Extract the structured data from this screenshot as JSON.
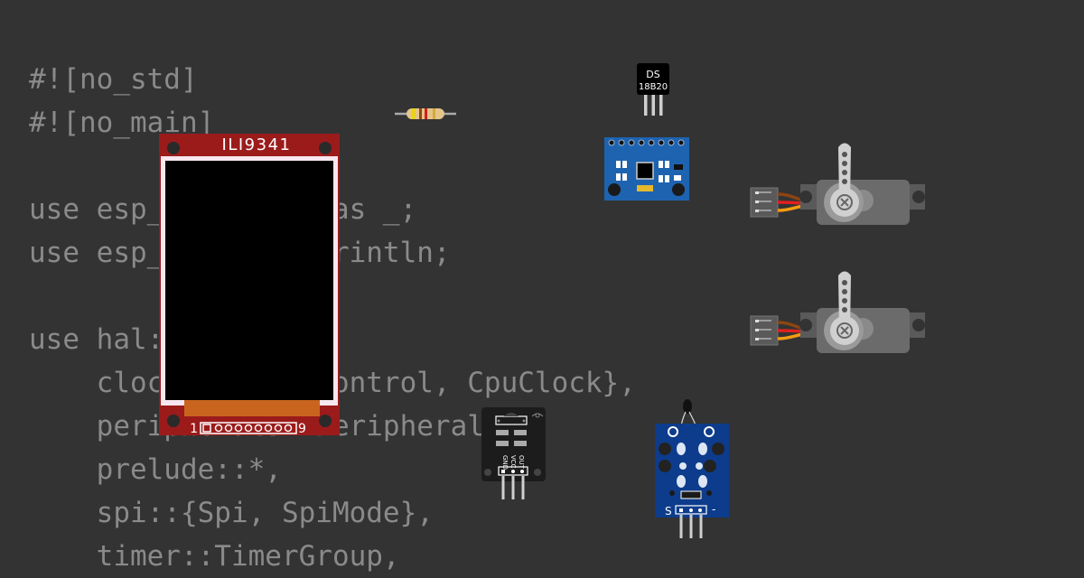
{
  "code_lines": [
    "#![no_std]",
    "#![no_main]",
    "",
    "use esp_backtrace as _;",
    "use esp_println::println;",
    "",
    "use hal::{",
    "    clock::{ClockControl, CpuClock},",
    "    peripherals::Peripherals,",
    "    prelude::*,",
    "    spi::{Spi, SpiMode},",
    "    timer::TimerGroup,"
  ],
  "components": {
    "display": {
      "label": "ILI9341",
      "pin_first": "1",
      "pin_last": "9"
    },
    "temp_sensor": {
      "label_line1": "DS",
      "label_line2": "18B20"
    },
    "ir_receiver": {
      "pins": [
        "GND",
        "VCC",
        "OUT"
      ]
    },
    "thermistor_module": {
      "pin_s": "S",
      "pin_minus": "-"
    }
  },
  "colors": {
    "background": "#333333",
    "code_text": "#8a8a8a",
    "display_board": "#9b1b1b",
    "imu_board": "#1e63b0",
    "thermistor_board": "#0d3c8c",
    "servo_body": "#6b6b6b"
  }
}
